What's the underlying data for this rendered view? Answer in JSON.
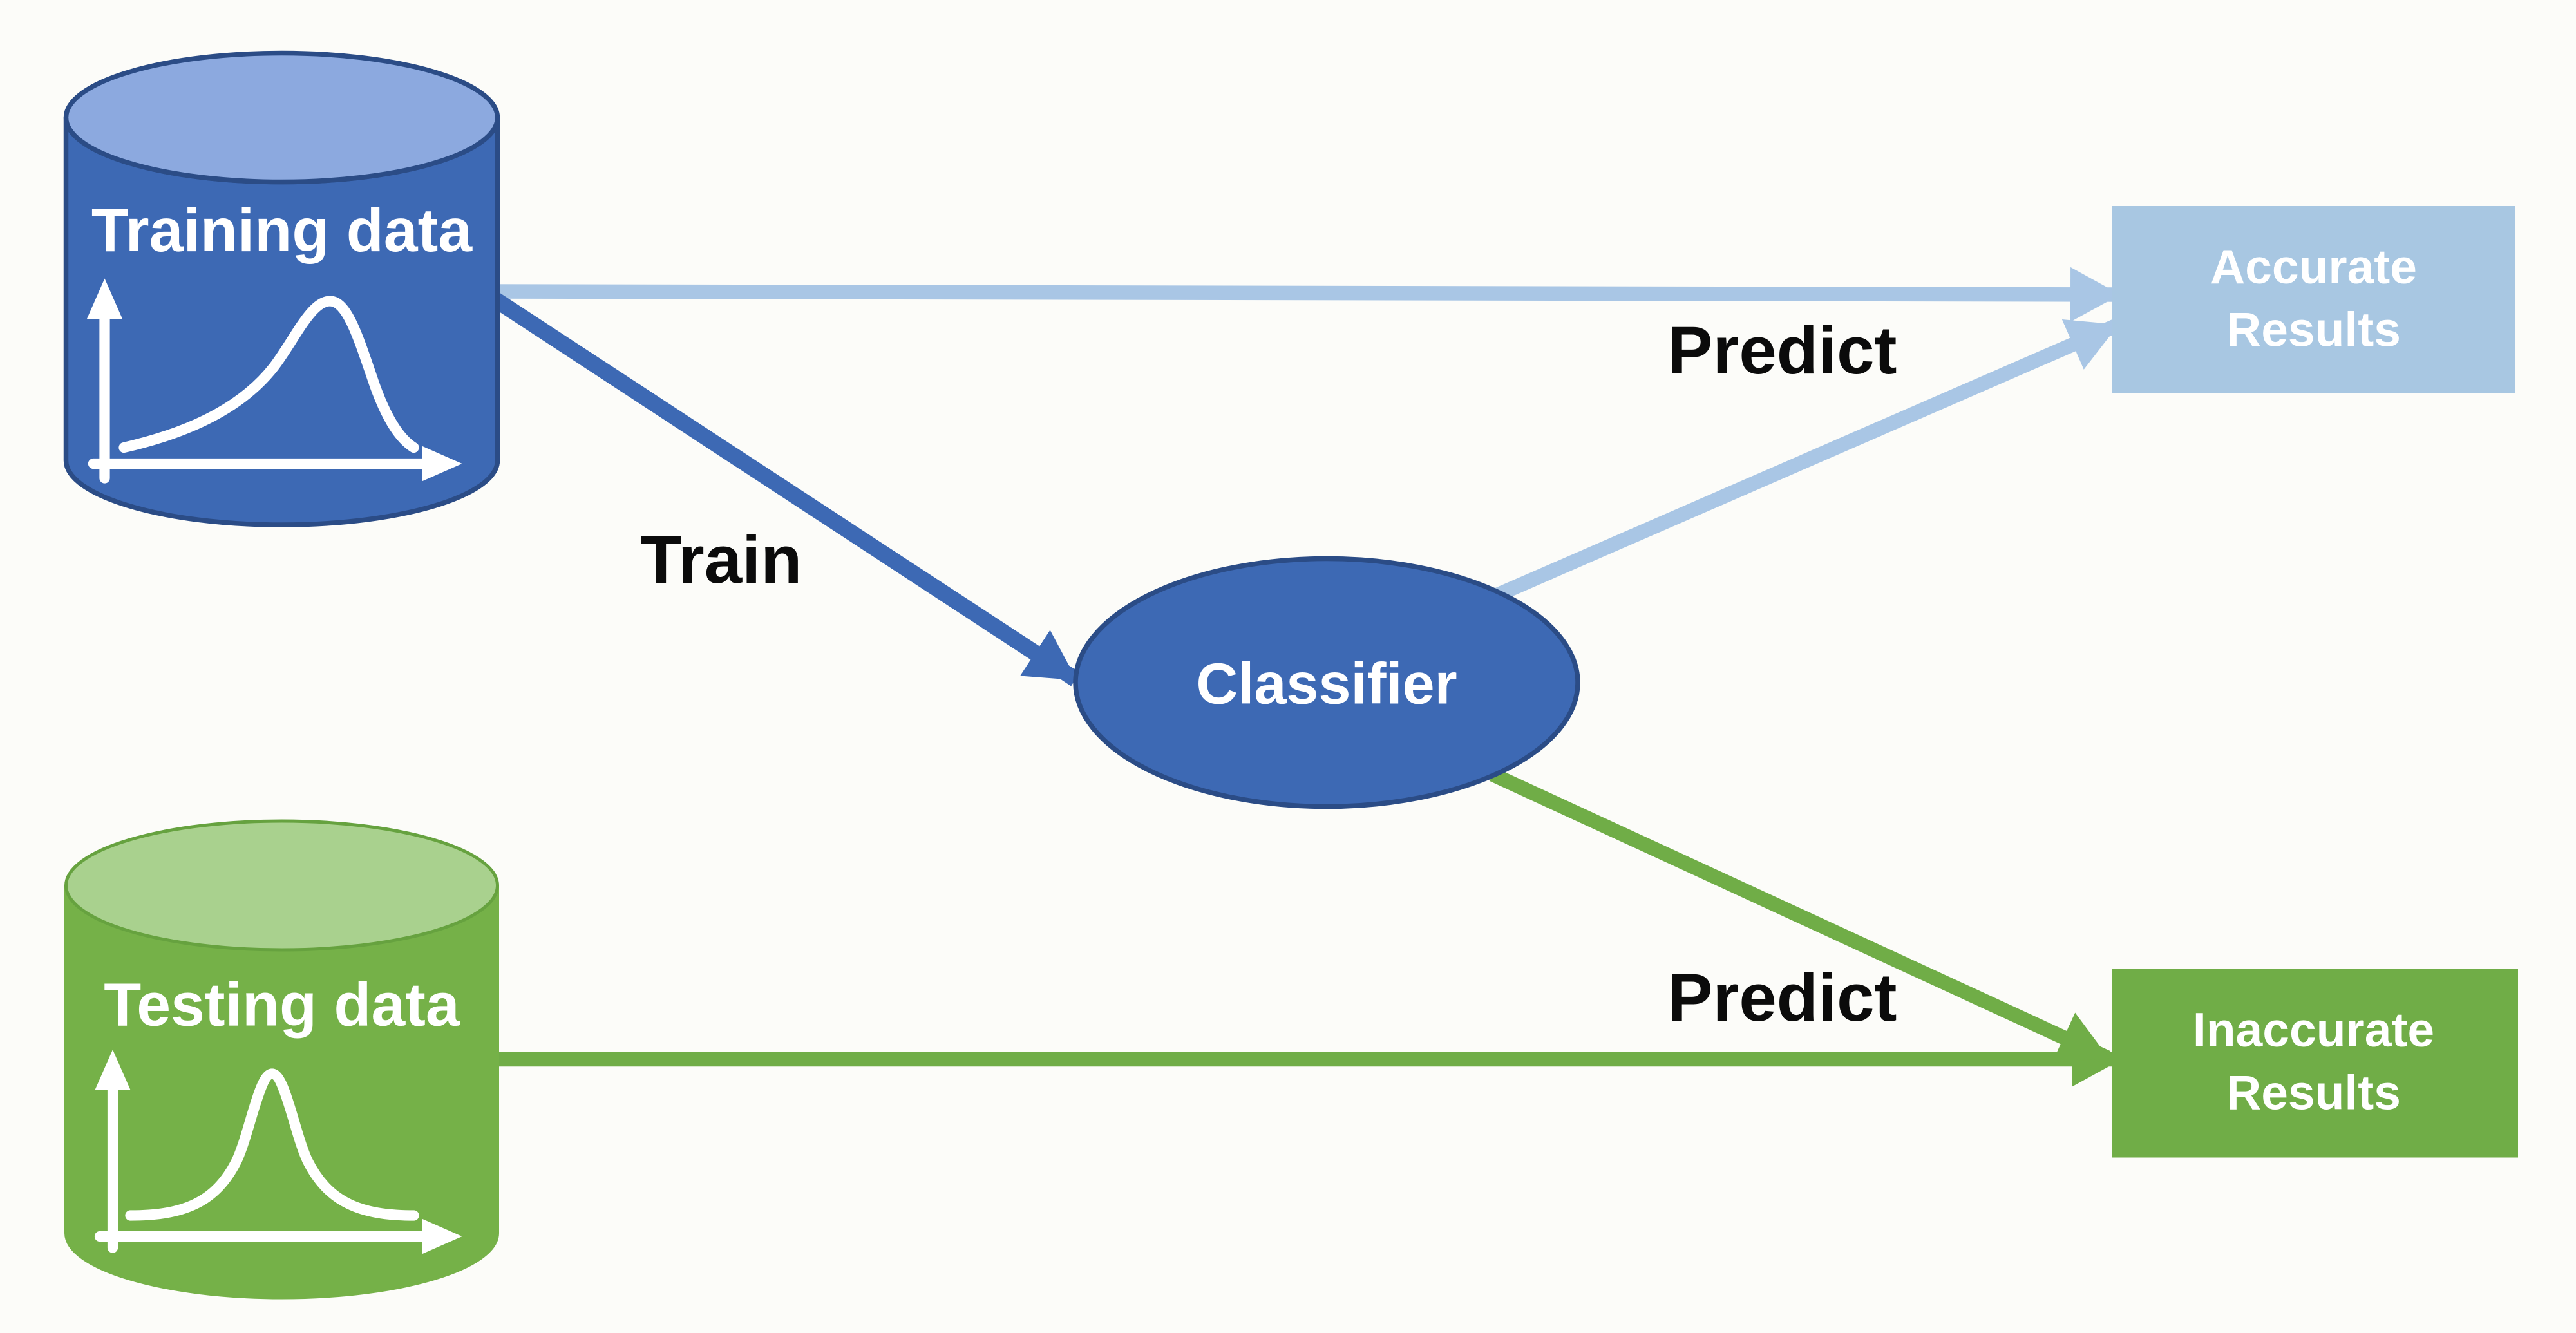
{
  "title": "Machine learning train/test workflow diagram",
  "background_color": "#FCFCF9",
  "nodes": {
    "training": {
      "label": "Training data",
      "shape": "cylinder",
      "icon": "skewed-distribution-chart",
      "body_color": "#3D69B4",
      "top_color": "#8CA9DF",
      "outline_color": "#2B4C86",
      "text_color": "#FFFFFF"
    },
    "testing": {
      "label": "Testing data",
      "shape": "cylinder",
      "icon": "normal-distribution-chart",
      "body_color": "#75B148",
      "top_color": "#A9D18E",
      "outline_color": "#66A23F",
      "text_color": "#FFFFFF"
    },
    "classifier": {
      "label": "Classifier",
      "shape": "ellipse",
      "fill_color": "#3D69B4",
      "outline_color": "#2B4C86",
      "text_color": "#FFFFFF"
    },
    "accurate": {
      "label_line1": "Accurate",
      "label_line2": "Results",
      "shape": "rectangle",
      "fill_color": "#A8C7E2",
      "text_color": "#FFFFFF"
    },
    "inaccurate": {
      "label_line1": "Inaccurate",
      "label_line2": "Results",
      "shape": "rectangle",
      "fill_color": "#70AD47",
      "text_color": "#FFFFFF"
    }
  },
  "edges": {
    "train": {
      "label": "Train",
      "from": "training",
      "to": "classifier",
      "color": "#3D69B4"
    },
    "training_to_accurate": {
      "from": "training",
      "to": "accurate",
      "color": "#A9C6E5"
    },
    "classifier_to_accurate": {
      "label": "Predict",
      "from": "classifier",
      "to": "accurate",
      "color": "#A9C6E5"
    },
    "testing_to_inaccurate": {
      "from": "testing",
      "to": "inaccurate",
      "color": "#70AD47"
    },
    "classifier_to_inaccurate": {
      "label": "Predict",
      "from": "classifier",
      "to": "inaccurate",
      "color": "#70AD47"
    }
  }
}
